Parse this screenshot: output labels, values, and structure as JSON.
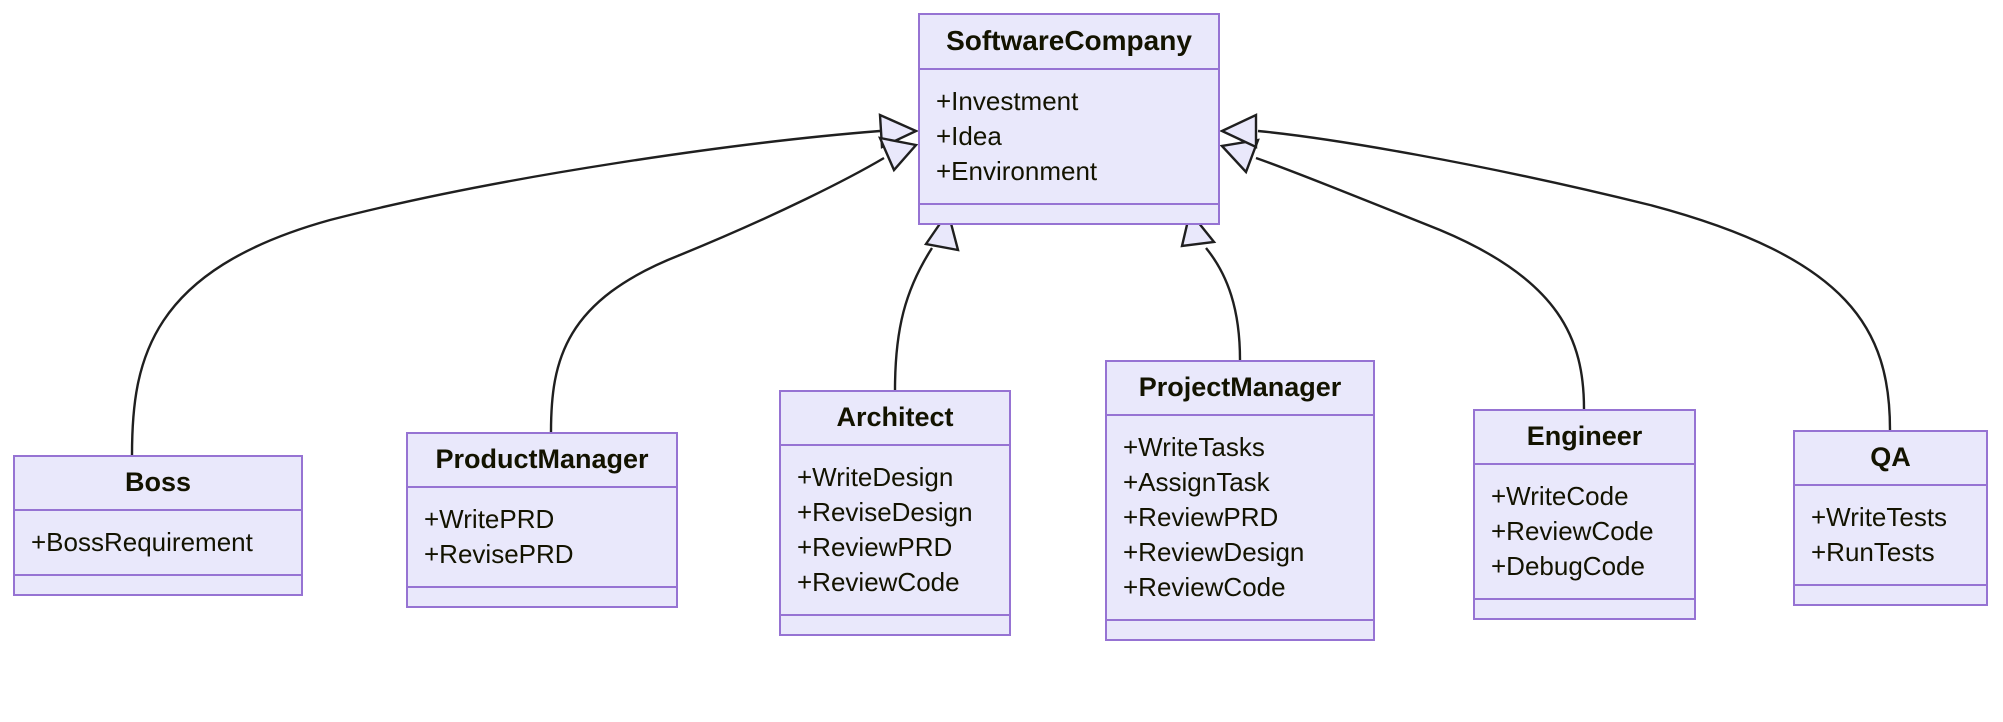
{
  "diagram": {
    "type": "uml-class-diagram",
    "title": "",
    "colors": {
      "node_fill": "#e9e8fb",
      "node_border": "#9673d3",
      "text": "#131300",
      "edge_stroke": "#1f1f1f",
      "arrowhead_fill": "#e9e8fb",
      "background": "#ffffff"
    },
    "relationship_type": "generalization",
    "classes": [
      {
        "id": "softwarecompany",
        "name": "SoftwareCompany",
        "attributes": [
          "+Investment",
          "+Idea",
          "+Environment"
        ],
        "methods": []
      },
      {
        "id": "boss",
        "name": "Boss",
        "attributes": [
          "+BossRequirement"
        ],
        "methods": []
      },
      {
        "id": "productmanager",
        "name": "ProductManager",
        "attributes": [
          "+WritePRD",
          "+RevisePRD"
        ],
        "methods": []
      },
      {
        "id": "architect",
        "name": "Architect",
        "attributes": [
          "+WriteDesign",
          "+ReviseDesign",
          "+ReviewPRD",
          "+ReviewCode"
        ],
        "methods": []
      },
      {
        "id": "projectmanager",
        "name": "ProjectManager",
        "attributes": [
          "+WriteTasks",
          "+AssignTask",
          "+ReviewPRD",
          "+ReviewDesign",
          "+ReviewCode"
        ],
        "methods": []
      },
      {
        "id": "engineer",
        "name": "Engineer",
        "attributes": [
          "+WriteCode",
          "+ReviewCode",
          "+DebugCode"
        ],
        "methods": []
      },
      {
        "id": "qa",
        "name": "QA",
        "attributes": [
          "+WriteTests",
          "+RunTests"
        ],
        "methods": []
      }
    ],
    "edges": [
      {
        "from": "boss",
        "to": "softwarecompany",
        "kind": "generalization",
        "label": ""
      },
      {
        "from": "productmanager",
        "to": "softwarecompany",
        "kind": "generalization",
        "label": ""
      },
      {
        "from": "architect",
        "to": "softwarecompany",
        "kind": "generalization",
        "label": ""
      },
      {
        "from": "projectmanager",
        "to": "softwarecompany",
        "kind": "generalization",
        "label": ""
      },
      {
        "from": "engineer",
        "to": "softwarecompany",
        "kind": "generalization",
        "label": ""
      },
      {
        "from": "qa",
        "to": "softwarecompany",
        "kind": "generalization",
        "label": ""
      }
    ]
  }
}
